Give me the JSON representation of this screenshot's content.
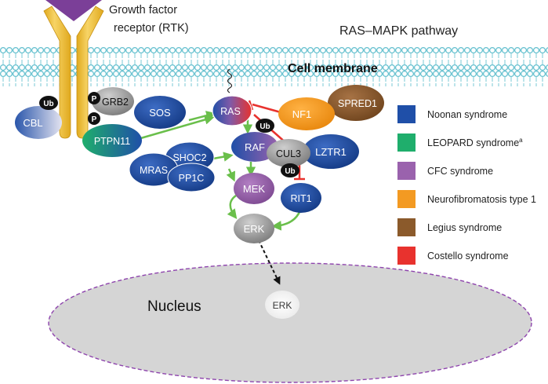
{
  "receptor": {
    "line1": "Growth factor",
    "line2": "receptor (RTK)"
  },
  "pathway_title": "RAS–MAPK pathway",
  "membrane_label": "Cell membrane",
  "nucleus_label": "Nucleus",
  "proteins": {
    "ub_cbl": "Ub",
    "p_top": "P",
    "p_bottom": "P",
    "grb2": "GRB2",
    "cbl": "CBL",
    "sos": "SOS",
    "ptpn11": "PTPN11",
    "ras": "RAS",
    "nf1": "NF1",
    "spred1": "SPRED1",
    "ub_ras": "Ub",
    "raf": "RAF",
    "cul3": "CUL3",
    "lztr1": "LZTR1",
    "ub_rit1": "Ub",
    "shoc2": "SHOC2",
    "mras": "MRAS",
    "pp1c": "PP1C",
    "mek": "MEK",
    "rit1": "RIT1",
    "erk": "ERK",
    "erk_nucleus": "ERK"
  },
  "legend": [
    {
      "label": "Noonan syndrome",
      "sup": "",
      "color": "#1f4fa8"
    },
    {
      "label": "LEOPARD syndrome",
      "sup": "a",
      "color": "#1fae6c"
    },
    {
      "label": "CFC syndrome",
      "sup": "",
      "color": "#9a62ad"
    },
    {
      "label": "Neurofibromatosis type 1",
      "sup": "",
      "color": "#f39a22"
    },
    {
      "label": "Legius syndrome",
      "sup": "",
      "color": "#8b5a2b"
    },
    {
      "label": "Costello syndrome",
      "sup": "",
      "color": "#e8322e"
    }
  ],
  "colors": {
    "noonan": "#1f4fa8",
    "leopard": "#1fae6c",
    "cfc": "#9a62ad",
    "nf1": "#f39a22",
    "legius": "#8b5a2b",
    "costello": "#e8322e",
    "activation_arrow": "#6abf4b",
    "inhibition": "#e8322e",
    "receptor": "#f2c23a",
    "ligand": "#7b3f98",
    "membrane": "#8fd3de",
    "nucleus_fill": "#d4d4d4",
    "nucleus_border": "#8e44ad"
  }
}
